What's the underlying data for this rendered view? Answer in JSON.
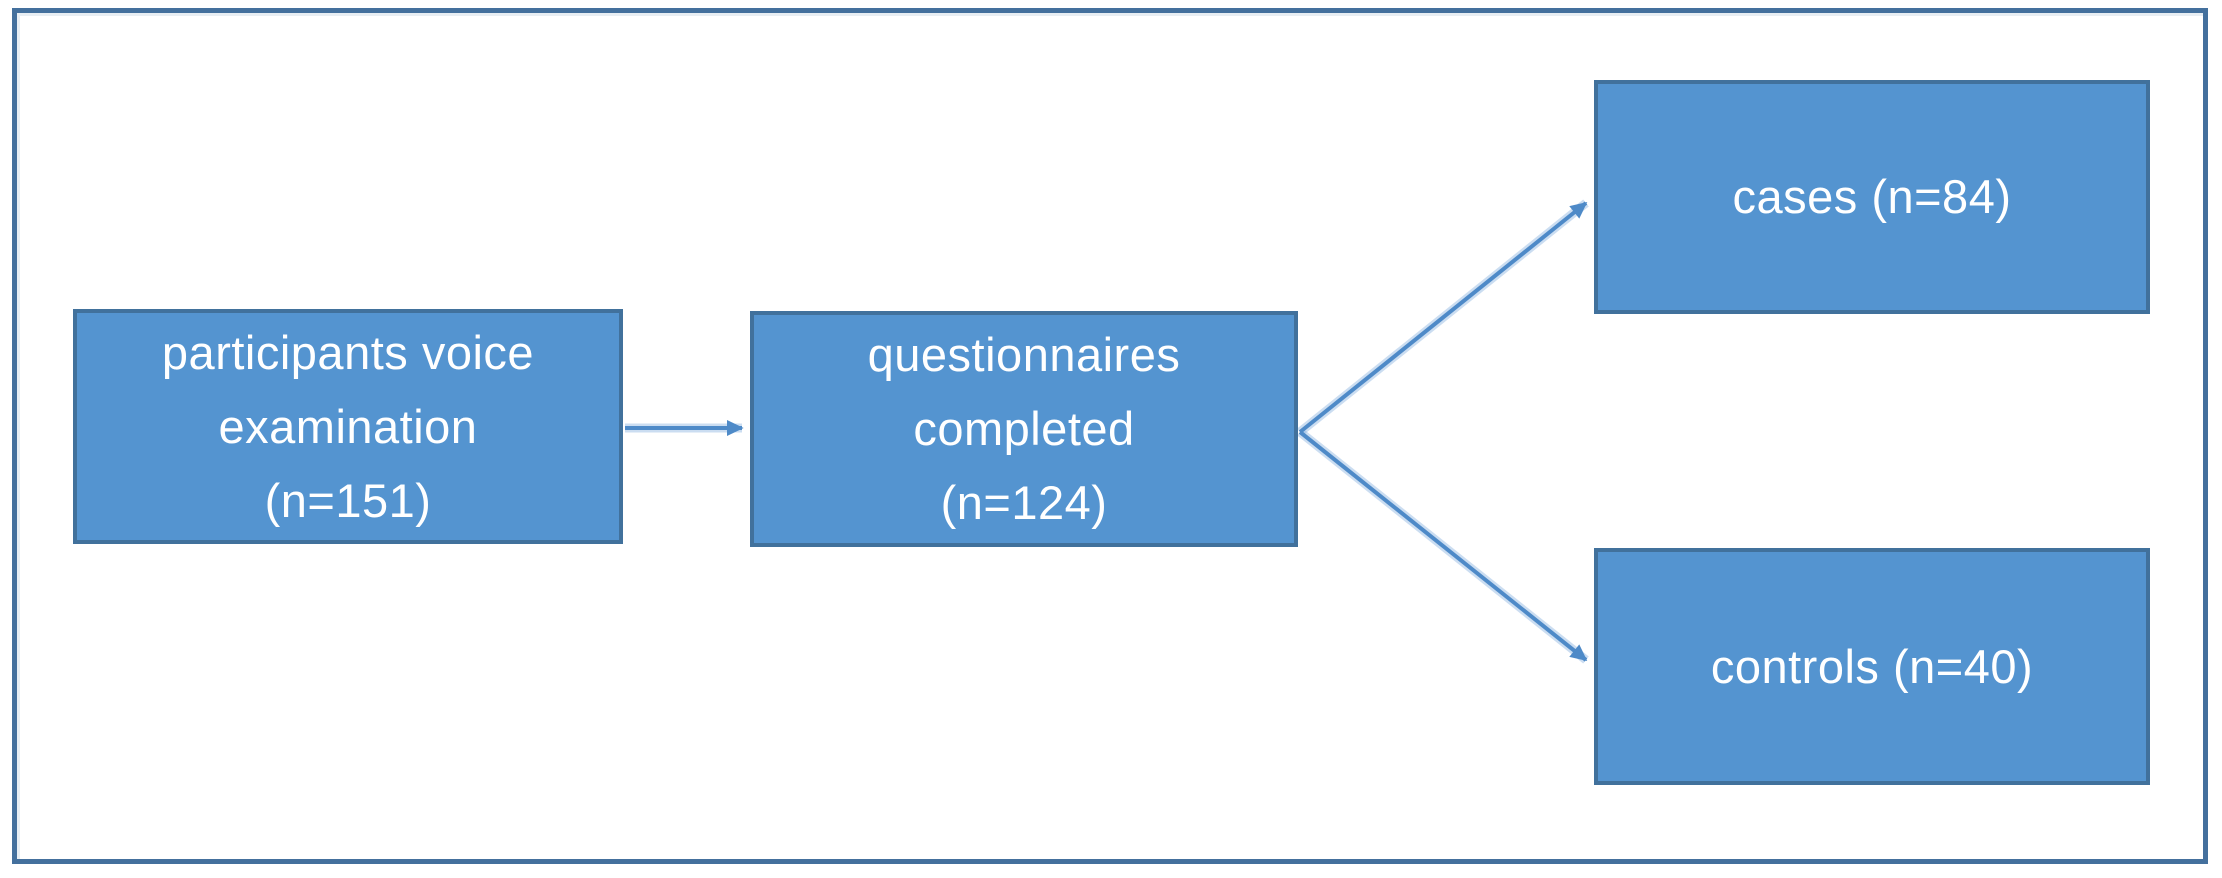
{
  "diagram": {
    "type": "flowchart",
    "description": "participant recruitment flow",
    "nodes": [
      {
        "id": "voice_exam",
        "label": "participants voice\nexamination\n(n=151)",
        "n": 151
      },
      {
        "id": "questionnaires",
        "label": "questionnaires\ncompleted\n(n=124)",
        "n": 124
      },
      {
        "id": "cases",
        "label": "cases (n=84)",
        "n": 84
      },
      {
        "id": "controls",
        "label": "controls (n=40)",
        "n": 40
      }
    ],
    "connections": [
      {
        "from": "voice_exam",
        "to": "questionnaires"
      },
      {
        "from": "questionnaires",
        "to": "cases"
      },
      {
        "from": "questionnaires",
        "to": "controls"
      }
    ],
    "colors": {
      "node_fill": "#5494d0",
      "node_border": "#41719c",
      "arrow": "#4e8ac8",
      "frame_border": "#44709d",
      "text": "#ffffff",
      "background": "#ffffff"
    }
  }
}
